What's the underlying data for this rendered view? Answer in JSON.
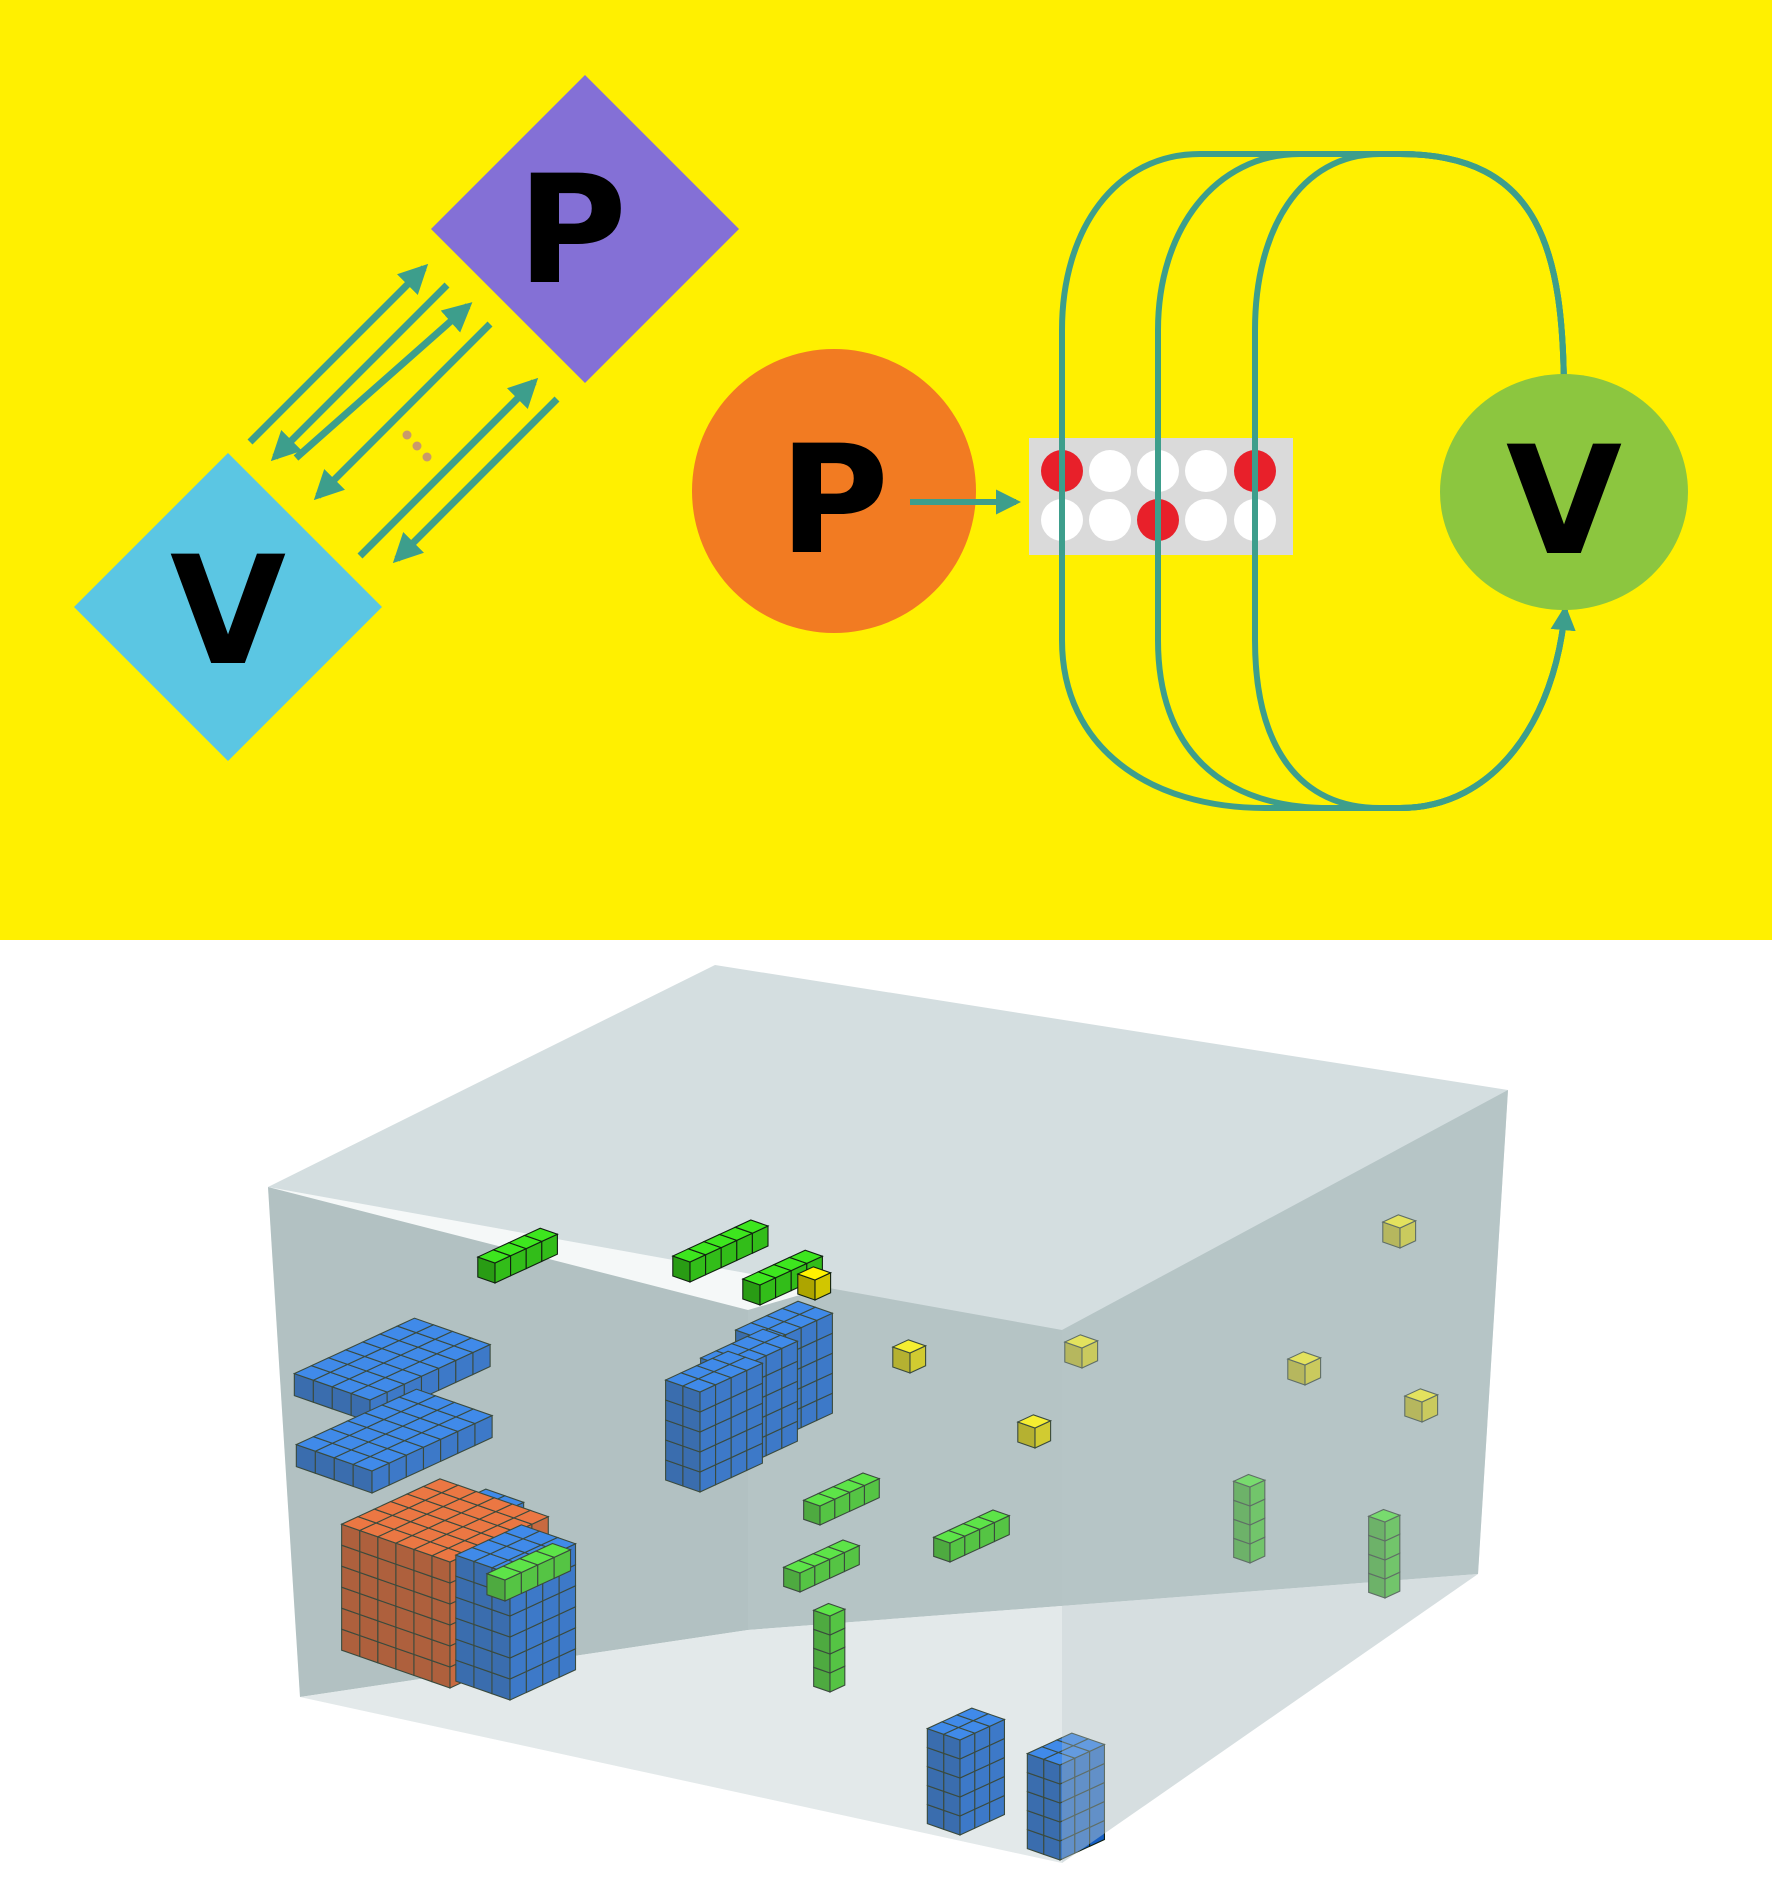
{
  "top_panel": {
    "background": "#FFF000",
    "left_diagram": {
      "p_node": {
        "label": "P",
        "color": "#8470D6"
      },
      "v_node": {
        "label": "V",
        "color": "#5BC6E3"
      },
      "arrow_color": "#3D9E8C",
      "ellipsis_color": "#C99A6A"
    },
    "right_diagram": {
      "p_node": {
        "label": "P",
        "color": "#F27B22"
      },
      "v_node": {
        "label": "V",
        "color": "#8CC63F"
      },
      "array_color": "#DADADA",
      "hole_color": "#FFFFFF",
      "highlight_color": "#E8202A",
      "curve_color": "#3D9E8C"
    }
  },
  "bottom_panel": {
    "box_color": "#C9D3D6",
    "block_colors": {
      "orange": "#F25A18",
      "blue": "#1872EC",
      "green": "#3DE61E",
      "yellow": "#FFF200"
    }
  }
}
